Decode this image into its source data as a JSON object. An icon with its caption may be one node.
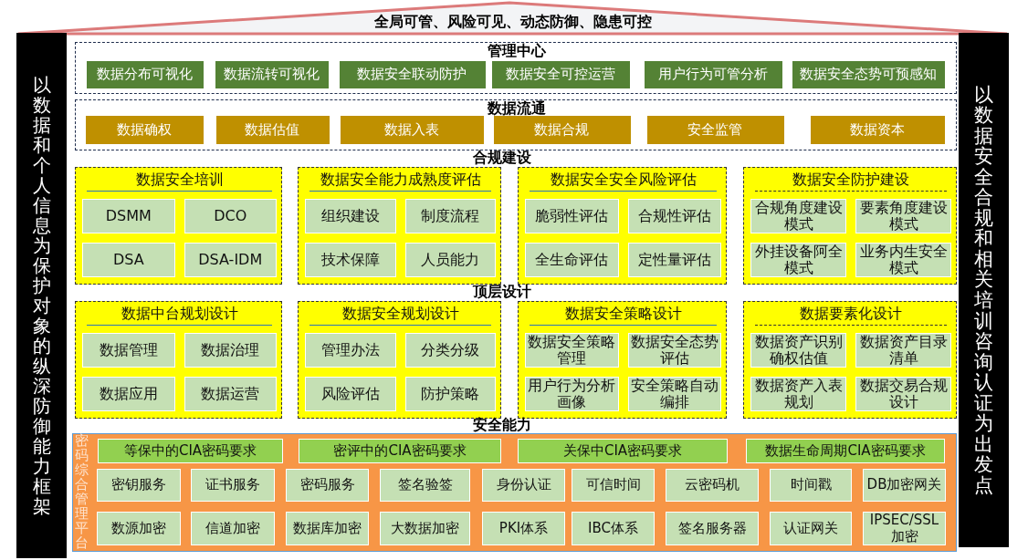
{
  "diagram": {
    "nodes": [
      {
        "text": [
          "全局可管、风险可见、动态防御、隐患可控"
        ]
      },
      {
        "text": [
          "以数据和个人信息为保护对象的纵深防御能力框架"
        ]
      },
      {
        "text": [
          "以数据安全合规和相关培训咨询认证为出发点"
        ]
      },
      {
        "text": [
          "管理中心"
        ]
      },
      {
        "text": [
          "数据分布可视化"
        ],
        "in": 3
      },
      {
        "text": [
          "数据流转可视化"
        ],
        "in": 3
      },
      {
        "text": [
          "数据安全联动防护"
        ],
        "in": 3
      },
      {
        "text": [
          "数据安全可控运营"
        ],
        "in": 3
      },
      {
        "text": [
          "用户行为可管分析"
        ],
        "in": 3
      },
      {
        "text": [
          "数据安全态势可预感知"
        ],
        "in": 3
      },
      {
        "text": [
          "数据流通"
        ]
      },
      {
        "text": [
          "数据确权"
        ],
        "in": 10
      },
      {
        "text": [
          "数据估值"
        ],
        "in": 10
      },
      {
        "text": [
          "数据入表"
        ],
        "in": 10
      },
      {
        "text": [
          "数据合规"
        ],
        "in": 10
      },
      {
        "text": [
          "安全监管"
        ],
        "in": 10
      },
      {
        "text": [
          "数据资本"
        ],
        "in": 10
      },
      {
        "text": [
          "数据安全培训"
        ]
      },
      {
        "text": [
          "DSMM"
        ],
        "in": 17
      },
      {
        "text": [
          "DCO"
        ],
        "in": 17
      },
      {
        "text": [
          "DSA"
        ],
        "in": 17
      },
      {
        "text": [
          "DSA-IDM"
        ],
        "in": 17
      },
      {
        "text": [
          "数据安全能力成熟度评估"
        ]
      },
      {
        "text": [
          "组织建设"
        ],
        "in": 22
      },
      {
        "text": [
          "制度流程"
        ],
        "in": 22
      },
      {
        "text": [
          "技术保障"
        ],
        "in": 22
      },
      {
        "text": [
          "人员能力"
        ],
        "in": 22
      },
      {
        "text": [
          "数据安全安全风险评估"
        ]
      },
      {
        "text": [
          "脆弱性评估"
        ],
        "in": 27
      },
      {
        "text": [
          "合规性评估"
        ],
        "in": 27
      },
      {
        "text": [
          "全生命评估"
        ],
        "in": 27
      },
      {
        "text": [
          "定性量评估"
        ],
        "in": 27
      },
      {
        "text": [
          "数据安全防护建设"
        ]
      },
      {
        "text": [
          "合规角度建设模式"
        ],
        "in": 32
      },
      {
        "text": [
          "要素角度建设模式"
        ],
        "in": 32
      },
      {
        "text": [
          "外挂设备阿全模式"
        ],
        "in": 32
      },
      {
        "text": [
          "业务内生安全模式"
        ],
        "in": 32
      },
      {
        "text": [
          "数据中台规划设计"
        ]
      },
      {
        "text": [
          "数据管理"
        ],
        "in": 37
      },
      {
        "text": [
          "数据治理"
        ],
        "in": 37
      },
      {
        "text": [
          "数据应用"
        ],
        "in": 37
      },
      {
        "text": [
          "数据运营"
        ],
        "in": 37
      },
      {
        "text": [
          "数据安全规划设计"
        ]
      },
      {
        "text": [
          "管理办法"
        ],
        "in": 42
      },
      {
        "text": [
          "分类分级"
        ],
        "in": 42
      },
      {
        "text": [
          "风险评估"
        ],
        "in": 42
      },
      {
        "text": [
          "防护策略"
        ],
        "in": 42
      },
      {
        "text": [
          "数据安全策略设计"
        ]
      },
      {
        "text": [
          "数据安全策略管理"
        ],
        "in": 47
      },
      {
        "text": [
          "数据安全态势评估"
        ],
        "in": 47
      },
      {
        "text": [
          "用户行为分析画像"
        ],
        "in": 47
      },
      {
        "text": [
          "安全策略自动编排"
        ],
        "in": 47
      },
      {
        "text": [
          "数据要素化设计"
        ]
      },
      {
        "text": [
          "数据资产识别确权估值"
        ],
        "in": 52
      },
      {
        "text": [
          "数据资产目录清单"
        ],
        "in": 52
      },
      {
        "text": [
          "数据资产入表规划"
        ],
        "in": 52
      },
      {
        "text": [
          "数据交易合规设计"
        ],
        "in": 52
      },
      {
        "text": [
          "密码综合管理平台"
        ]
      },
      {
        "text": [
          "等保中的CIA密码要求"
        ],
        "in": 57
      },
      {
        "text": [
          "密评中的CIA密码要求"
        ],
        "in": 57
      },
      {
        "text": [
          "关保中CIA密码要求"
        ],
        "in": 57
      },
      {
        "text": [
          "数据生命周期CIA密码要求"
        ],
        "in": 57
      },
      {
        "text": [
          "密钥服务"
        ],
        "in": 57
      },
      {
        "text": [
          "证书服务"
        ],
        "in": 57
      },
      {
        "text": [
          "密码服务"
        ],
        "in": 57
      },
      {
        "text": [
          "签名验签"
        ],
        "in": 57
      },
      {
        "text": [
          "身份认证"
        ],
        "in": 57
      },
      {
        "text": [
          "可信时间"
        ],
        "in": 57
      },
      {
        "text": [
          "云密码机"
        ],
        "in": 57
      },
      {
        "text": [
          "时间戳"
        ],
        "in": 57
      },
      {
        "text": [
          "DB加密网关"
        ],
        "in": 57
      },
      {
        "text": [
          "数源加密"
        ],
        "in": 57
      },
      {
        "text": [
          "信道加密"
        ],
        "in": 57
      },
      {
        "text": [
          "数据库加密"
        ],
        "in": 57
      },
      {
        "text": [
          "大数据加密"
        ],
        "in": 57
      },
      {
        "text": [
          "PKI体系"
        ],
        "in": 57
      },
      {
        "text": [
          "IBC体系"
        ],
        "in": 57
      },
      {
        "text": [
          "签名服务器"
        ],
        "in": 57
      },
      {
        "text": [
          "认证网关"
        ],
        "in": 57
      },
      {
        "text": [
          "IPSEC/SSL加密"
        ],
        "in": 57
      }
    ],
    "edges": [],
    "labels": [
      "合规建设",
      "顶层设计",
      "安全能力"
    ]
  }
}
